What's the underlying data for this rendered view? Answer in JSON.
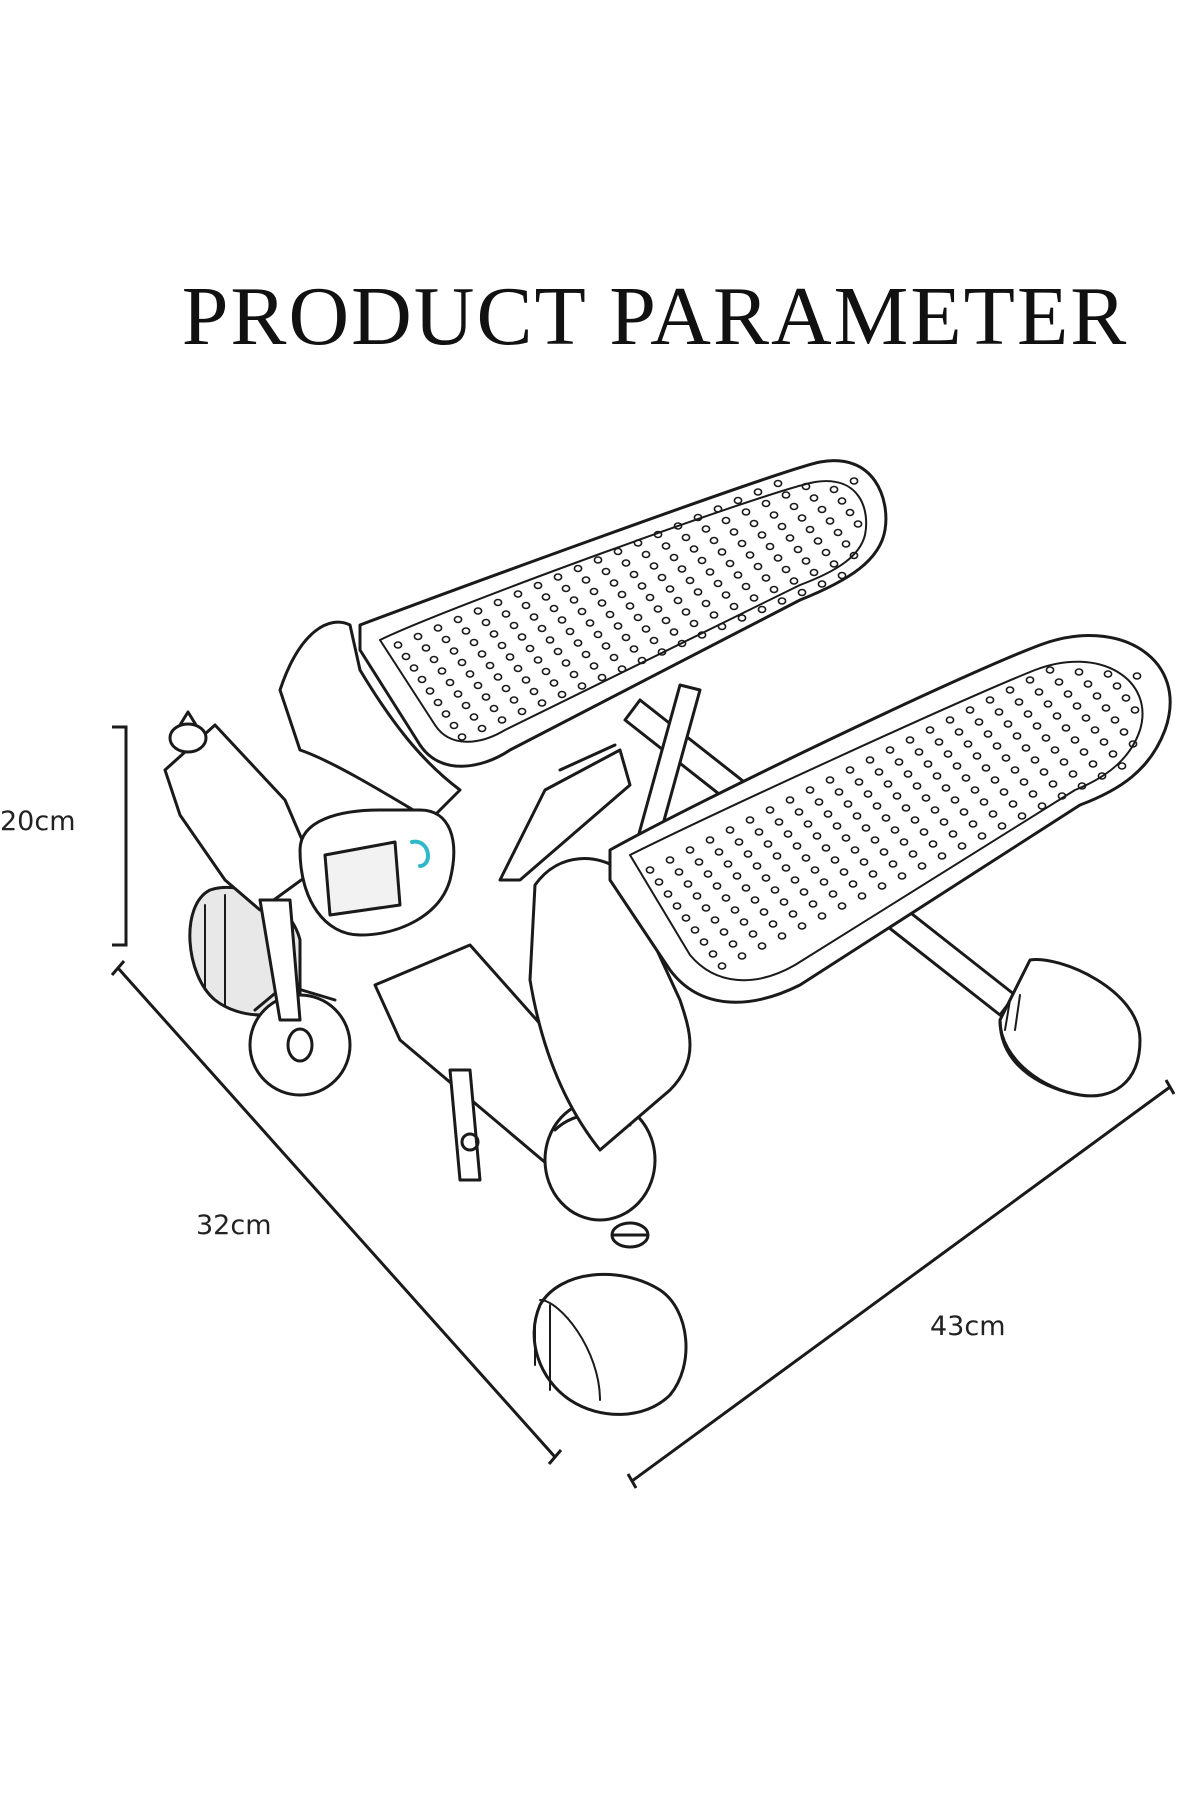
{
  "title": "PRODUCT PARAMETER",
  "dimensions": {
    "height": "20cm",
    "depth": "32cm",
    "width": "43cm"
  },
  "colors": {
    "line": "#1a1a1a",
    "accent": "#2fb8c8",
    "background": "#ffffff"
  }
}
